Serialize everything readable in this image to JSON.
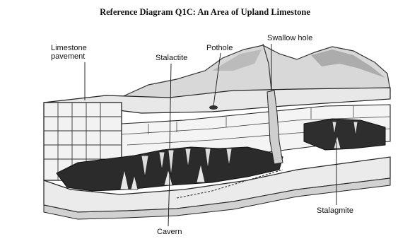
{
  "title": "Reference Diagram Q1C:  An Area of Upland Limestone",
  "labels": {
    "limestone_pavement_line1": "Limestone",
    "limestone_pavement_line2": "pavement",
    "stalactite": "Stalactite",
    "pothole": "Pothole",
    "swallow_hole": "Swallow hole",
    "stalagmite": "Stalagmite",
    "cavern": "Cavern"
  }
}
